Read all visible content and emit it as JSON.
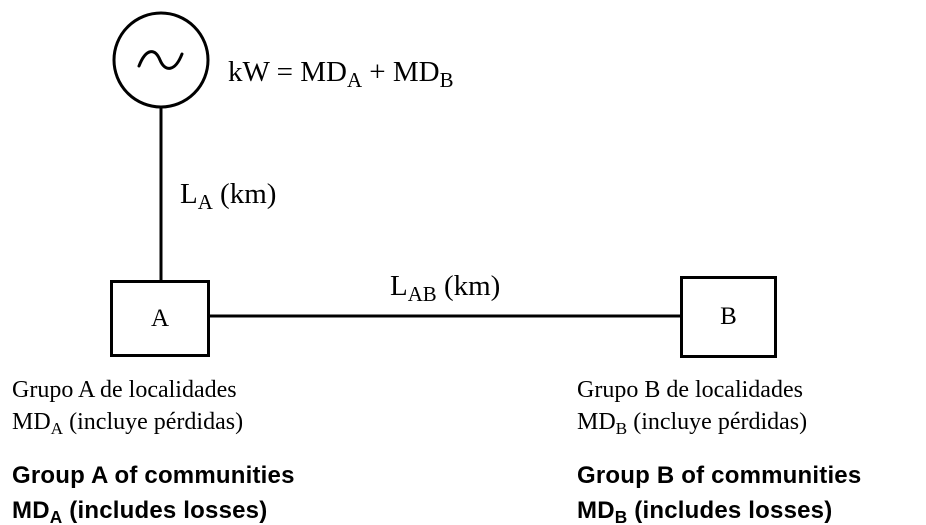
{
  "diagram": {
    "generator_symbol": "~",
    "kw_equation": {
      "lhs": "kW",
      "equals": "=",
      "term1": "MD",
      "term1_sub": "A",
      "plus": "+",
      "term2": "MD",
      "term2_sub": "B"
    },
    "line_a_label": {
      "main": "L",
      "sub": "A",
      "unit": " (km)"
    },
    "line_ab_label": {
      "main": "L",
      "sub": "AB",
      "unit": " (km)"
    },
    "node_a": "A",
    "node_b": "B",
    "group_a": {
      "es_line1": "Grupo A de localidades",
      "es_md": "MD",
      "es_md_sub": "A",
      "es_md_rest": " (incluye pérdidas)",
      "en_line1": "Group A of communities",
      "en_md": "MD",
      "en_md_sub": "A",
      "en_md_rest": " (includes losses)"
    },
    "group_b": {
      "es_line1": "Grupo B de localidades",
      "es_md": "MD",
      "es_md_sub": "B",
      "es_md_rest": " (incluye pérdidas)",
      "en_line1": "Group B of communities",
      "en_md": "MD",
      "en_md_sub": "B",
      "en_md_rest": " (includes losses)"
    }
  }
}
